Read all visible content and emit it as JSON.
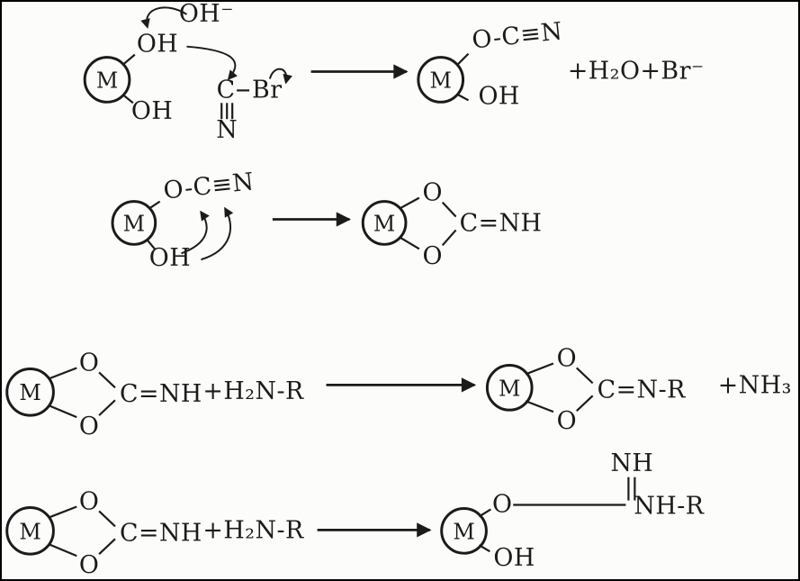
{
  "colors": {
    "ink": "#1b1b1b",
    "bg": "#fcfcfb"
  },
  "scheme": {
    "step1": {
      "hydroxide": "OH⁻",
      "matrix": "M",
      "oh_top": "OH",
      "oh_bottom": "OH",
      "carbon": "C",
      "bromine": "Br",
      "nitrogen": "N",
      "product_matrix": "M",
      "cyanate_ester": "O-C≡N",
      "product_oh": "OH",
      "byproducts": "+H₂O+Br⁻"
    },
    "step2": {
      "matrix": "M",
      "cyanate_ester": "O-C≡N",
      "oh": "OH",
      "product_matrix": "M",
      "o_top": "O",
      "o_bottom": "O",
      "imidocarbonate": "C=NH"
    },
    "step3": {
      "matrix": "M",
      "o_top": "O",
      "o_bottom": "O",
      "imidocarbonate": "C=NH",
      "amine": "+H₂N-R",
      "product_matrix": "M",
      "product_o_top": "O",
      "product_o_bottom": "O",
      "product_group": "C=N-R",
      "byproduct": "+NH₃"
    },
    "step4": {
      "matrix": "M",
      "o_top": "O",
      "o_bottom": "O",
      "imidocarbonate": "C=NH",
      "amine": "+H₂N-R",
      "product_matrix": "M",
      "nh": "NH",
      "o_link": "O",
      "nh_r": "NH-R",
      "oh": "OH"
    }
  }
}
